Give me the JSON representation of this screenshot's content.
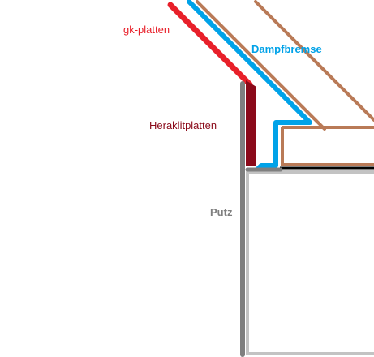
{
  "labels": {
    "gk_platten": "gk-platten",
    "dampfbremse": "Dampfbremse",
    "heraklitplatten": "Heraklitplatten",
    "putz": "Putz"
  },
  "colors": {
    "gk_platten": "#e8202a",
    "dampfbremse": "#00a2e8",
    "heraklitplatten": "#8b0a1a",
    "putz": "#7f7f7f",
    "wood": "#b97a57",
    "wall_inner": "#c3c3c3",
    "black": "#000000"
  }
}
